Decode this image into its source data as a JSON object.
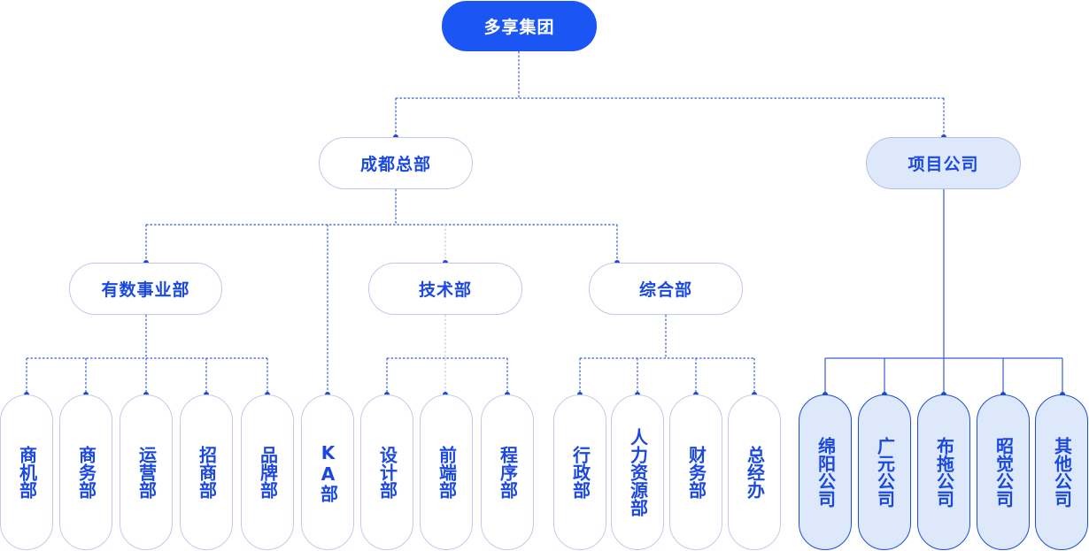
{
  "root": "多享集团",
  "level1": {
    "chengdu": "成都总部",
    "project": "项目公司"
  },
  "level2": {
    "youshu": "有数事业部",
    "tech": "技术部",
    "general": "综合部"
  },
  "leaves": {
    "youshu": [
      "商机部",
      "商务部",
      "运营部",
      "招商部",
      "品牌部"
    ],
    "ka": "KA部",
    "tech": [
      "设计部",
      "前端部",
      "程序部"
    ],
    "general": [
      "行政部",
      "人力资源部",
      "财务部",
      "总经办"
    ],
    "project": [
      "绵阳公司",
      "广元公司",
      "布拖公司",
      "昭觉公司",
      "其他公司"
    ]
  },
  "colors": {
    "primary": "#1b56f5",
    "text": "#1b49e0",
    "line": "#3a5bd6",
    "fill": "#dde8fa"
  }
}
